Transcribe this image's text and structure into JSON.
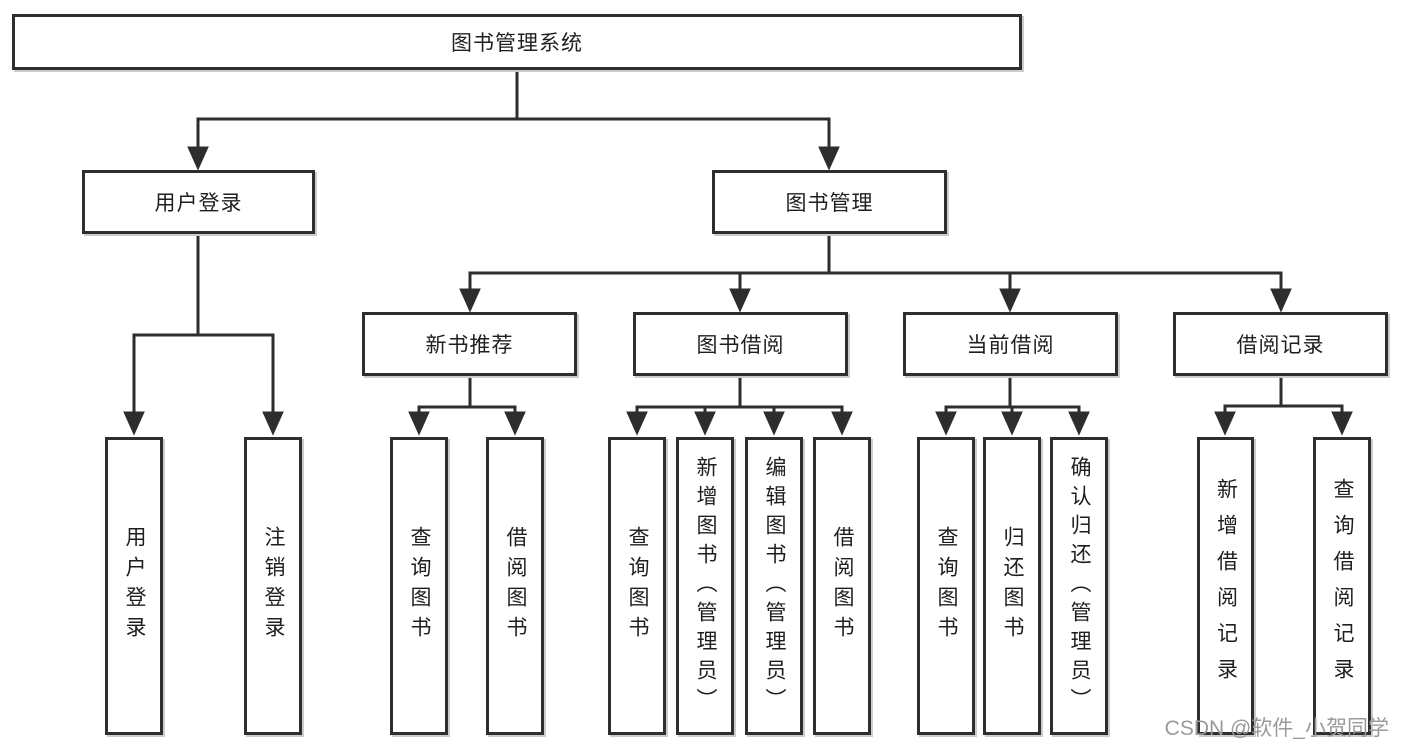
{
  "tree": {
    "label": "图书管理系统",
    "children": [
      {
        "label": "用户登录",
        "children": [
          {
            "label": "用户登录"
          },
          {
            "label": "注销登录"
          }
        ]
      },
      {
        "label": "图书管理",
        "children": [
          {
            "label": "新书推荐",
            "children": [
              {
                "label": "查询图书"
              },
              {
                "label": "借阅图书"
              }
            ]
          },
          {
            "label": "图书借阅",
            "children": [
              {
                "label": "查询图书"
              },
              {
                "label": "新增图书（管理员）"
              },
              {
                "label": "编辑图书（管理员）"
              },
              {
                "label": "借阅图书"
              }
            ]
          },
          {
            "label": "当前借阅",
            "children": [
              {
                "label": "查询图书"
              },
              {
                "label": "归还图书"
              },
              {
                "label": "确认归还（管理员）"
              }
            ]
          },
          {
            "label": "借阅记录",
            "children": [
              {
                "label": "新增借阅记录"
              },
              {
                "label": "查询借阅记录"
              }
            ]
          }
        ]
      }
    ]
  },
  "watermark": "CSDN @软件_小贺同学",
  "colors": {
    "line": "#2d2d2d",
    "box_border": "#2e2e2e",
    "text": "#1f1f1f",
    "watermark": "#9a9a9a",
    "background": "#ffffff"
  }
}
